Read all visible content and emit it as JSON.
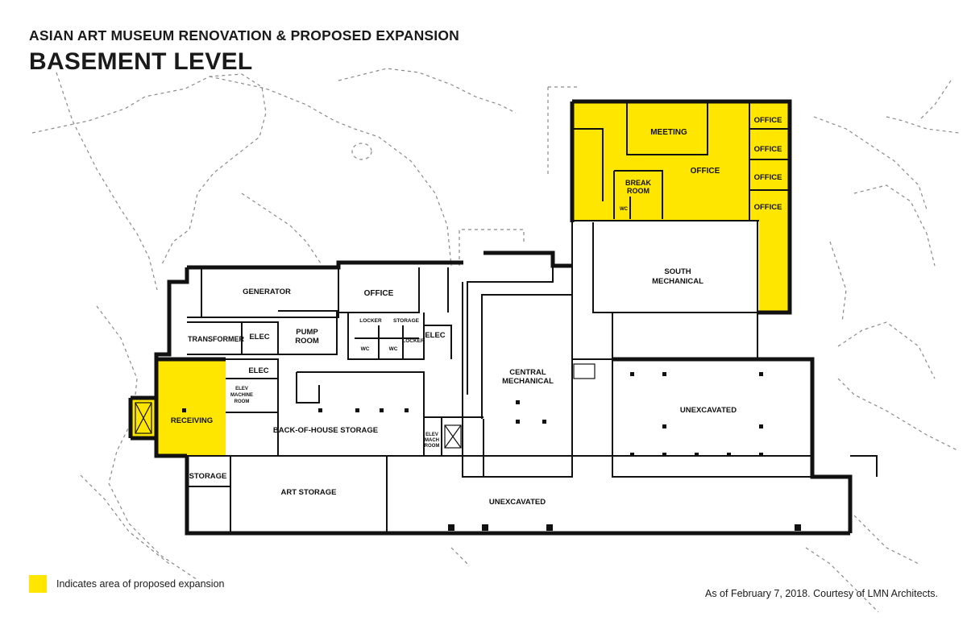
{
  "header": {
    "subtitle": "ASIAN ART MUSEUM RENOVATION & PROPOSED EXPANSION",
    "title": "BASEMENT LEVEL"
  },
  "colors": {
    "expansion": "#ffe600",
    "walls": "#111111",
    "landscape": "#8a8a8a"
  },
  "rooms": {
    "office_top_1": "OFFICE",
    "office_top_2": "OFFICE",
    "office_top_3": "OFFICE",
    "office_top_4": "OFFICE",
    "meeting": "MEETING",
    "office_main": "OFFICE",
    "break_room_1": "BREAK",
    "break_room_2": "ROOM",
    "wc_small": "WC",
    "south_mech_1": "SOUTH",
    "south_mech_2": "MECHANICAL",
    "generator": "GENERATOR",
    "office_center": "OFFICE",
    "transformer": "TRANSFORMER",
    "elec_1": "ELEC",
    "pump_room_1": "PUMP",
    "pump_room_2": "ROOM",
    "locker_1": "LOCKER",
    "storage_small": "STORAGE",
    "locker_2": "LOCKER",
    "wc_1": "WC",
    "wc_2": "WC",
    "elec_2": "ELEC",
    "elec_3": "ELEC",
    "elev_machine_1": "ELEV",
    "elev_machine_2": "MACHINE",
    "elev_machine_3": "ROOM",
    "central_mech_1": "CENTRAL",
    "central_mech_2": "MECHANICAL",
    "unexcavated_1": "UNEXCAVATED",
    "receiving": "RECEIVING",
    "back_of_house": "BACK-OF-HOUSE STORAGE",
    "elev_mach_1": "ELEV",
    "elev_mach_2": "MACH",
    "elev_mach_3": "ROOM",
    "storage": "STORAGE",
    "art_storage": "ART STORAGE",
    "unexcavated_2": "UNEXCAVATED"
  },
  "legend": {
    "text": "Indicates area of proposed expansion"
  },
  "credit": "As of February 7, 2018. Courtesy of LMN Architects."
}
